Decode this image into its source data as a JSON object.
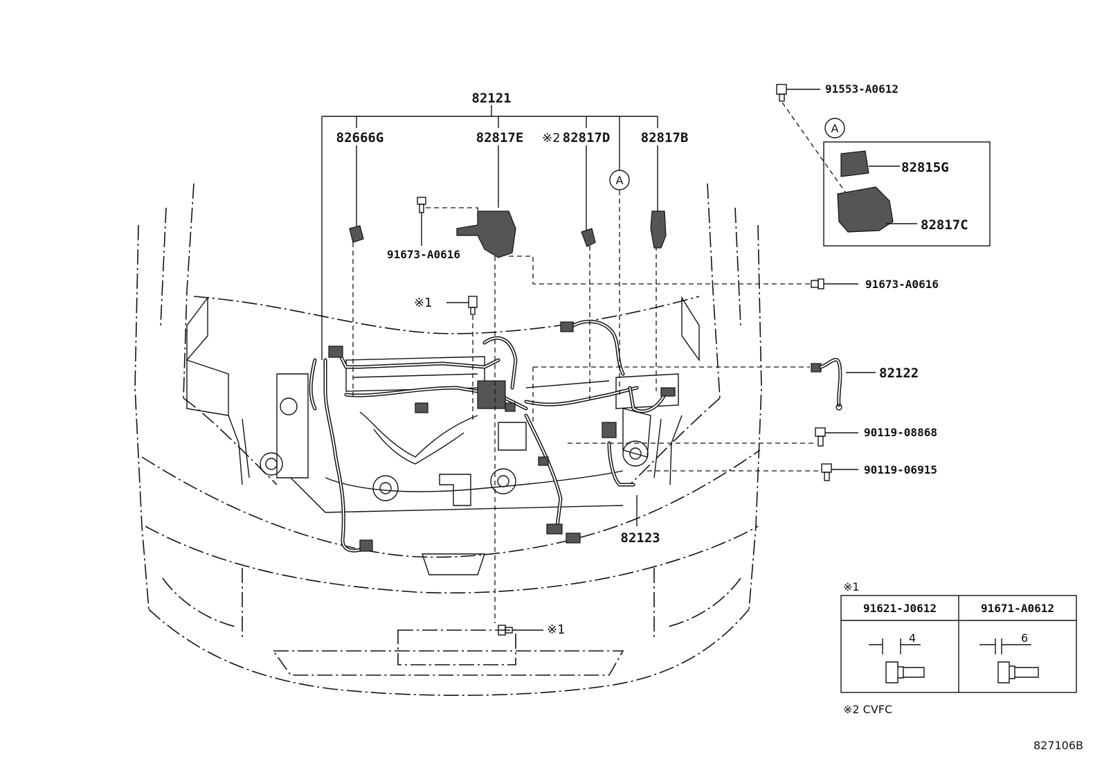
{
  "parts": {
    "main_harness": "82121",
    "clamp_left": "82666G",
    "bracket_center": "82817E",
    "note2_marker": "※2",
    "bracket_d": "82817D",
    "bracket_b": "82817B",
    "bolt_top_center": "91673-A0616",
    "bolt_right": "91673-A0616",
    "bolt_top_right": "91553-A0612",
    "cover_g": "82815G",
    "box_c": "82817C",
    "wire_82122": "82122",
    "bolt_90119_08868": "90119-08868",
    "bolt_90119_06915": "90119-06915",
    "wire_82123": "82123",
    "note1_marker_upper": "※1",
    "note1_marker_lower": "※1"
  },
  "callout": {
    "a_letter": "A",
    "detail_letter": "A"
  },
  "legend": {
    "note1_title": "※1",
    "col1_part": "91621-J0612",
    "col1_dim": "4",
    "col2_part": "91671-A0612",
    "col2_dim": "6",
    "note2_text": "※2 CVFC"
  },
  "figure_id": "827106B"
}
